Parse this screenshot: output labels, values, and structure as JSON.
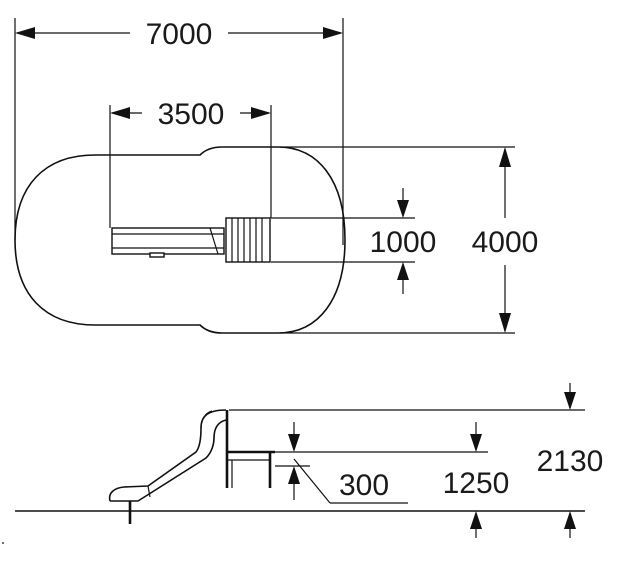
{
  "plan_view": {
    "overall_length": "7000",
    "structure_length": "3500",
    "platform_depth": "1000",
    "overall_width": "4000"
  },
  "side_view": {
    "overall_height": "2130",
    "platform_height": "1250",
    "step_height": "300"
  }
}
